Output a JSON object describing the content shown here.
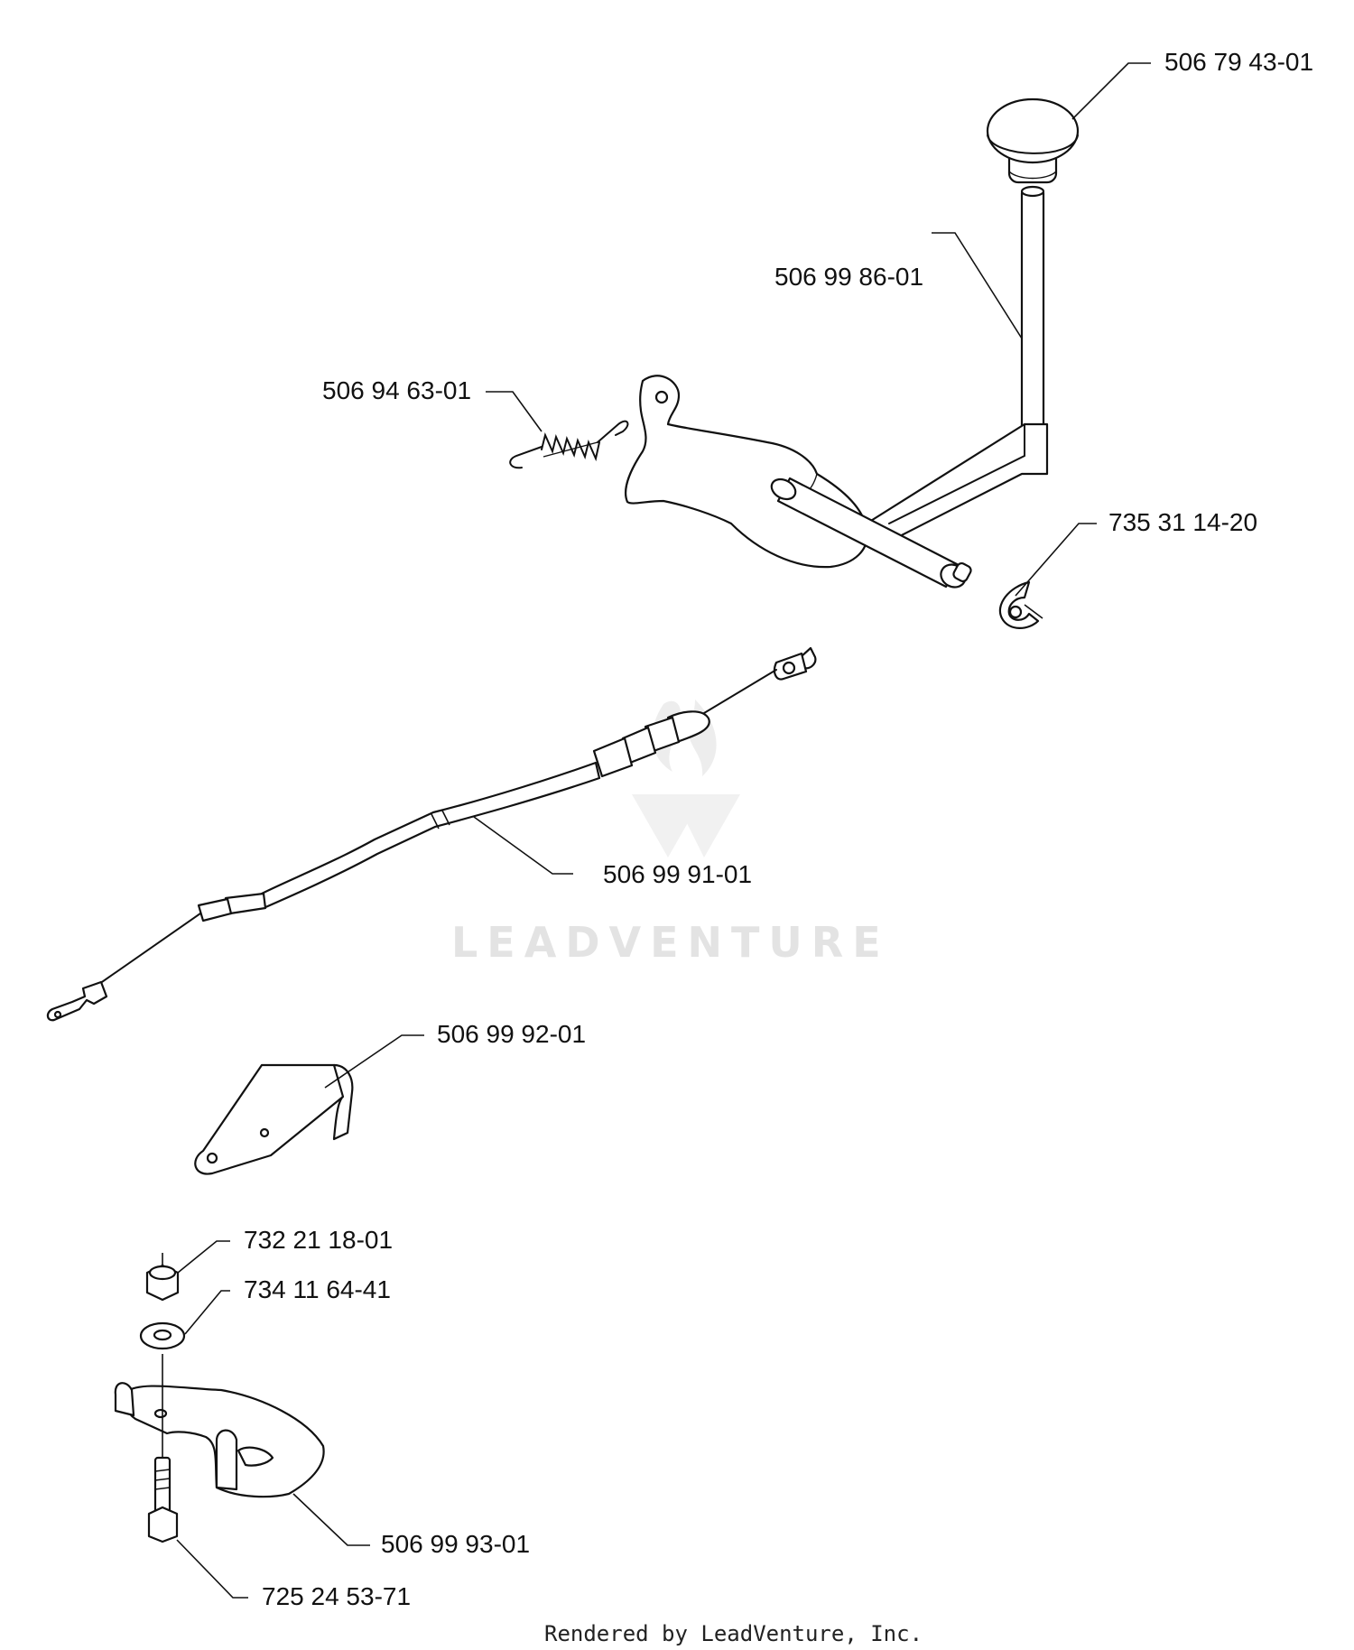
{
  "parts": {
    "knob": "506 79 43-01",
    "lever_rod": "506 99 86-01",
    "spring": "506 94 63-01",
    "clip": "735 31 14-20",
    "cable": "506 99 91-01",
    "bracket": "506 99 92-01",
    "nut": "732 21 18-01",
    "washer": "734 11 64-41",
    "lever_plate": "506 99 93-01",
    "bolt": "725 24 53-71"
  },
  "watermark": "LEADVENTURE",
  "footer": "Rendered by LeadVenture, Inc."
}
